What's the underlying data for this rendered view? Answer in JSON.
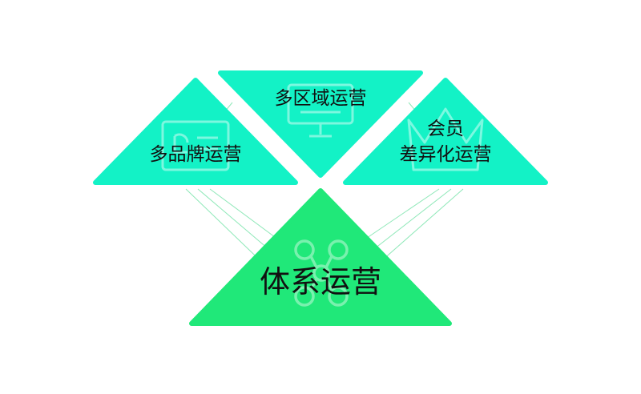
{
  "colors": {
    "small_triangle_fill": "#13f2c6",
    "large_triangle_fill": "#20e879",
    "connector_line": "#8ee8b8",
    "icon_stroke": "#ffffff"
  },
  "triangles": {
    "brand": {
      "label": "多品牌运营",
      "icon": "presentation-board-icon"
    },
    "region": {
      "label": "多区域运营",
      "icon": "monitor-icon"
    },
    "member": {
      "label_line1": "会员",
      "label_line2": "差异化运营",
      "icon": "crown-icon"
    },
    "system": {
      "label": "体系运营",
      "icon": "network-nodes-icon"
    }
  }
}
